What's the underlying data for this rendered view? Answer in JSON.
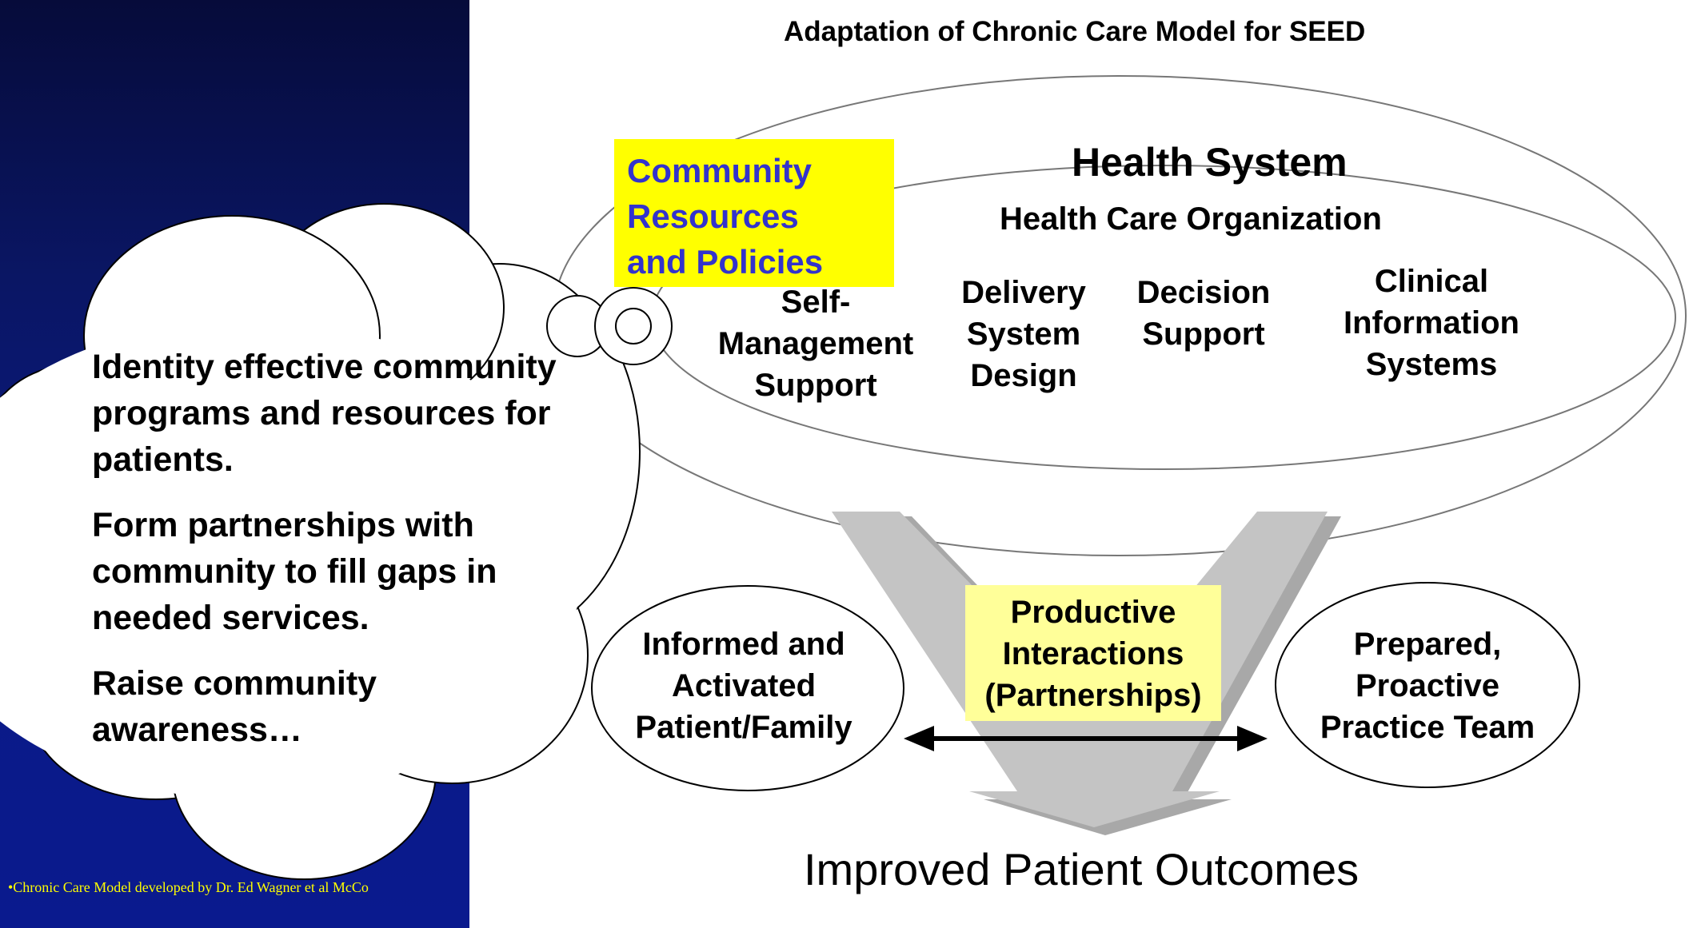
{
  "title": "Adaptation of Chronic Care Model for SEED",
  "community_box": {
    "line1": "Community",
    "line2": "Resources",
    "line3": "and Policies"
  },
  "health_system": {
    "title": "Health System",
    "organization": "Health Care Organization"
  },
  "components": {
    "self_management": [
      "Self-",
      "Management",
      "Support"
    ],
    "delivery_system": [
      "Delivery",
      "System",
      "Design"
    ],
    "decision_support": [
      "Decision",
      "Support"
    ],
    "clinical_info": [
      "Clinical",
      "Information",
      "Systems"
    ]
  },
  "patient": [
    "Informed and",
    "Activated",
    "Patient/Family"
  ],
  "interactions": [
    "Productive",
    "Interactions",
    "(Partnerships)"
  ],
  "practice_team": [
    "Prepared,",
    "Proactive",
    "Practice Team"
  ],
  "outcomes": "Improved Patient Outcomes",
  "bubble": {
    "items": [
      "Identity effective community programs and resources for patients.",
      "Form partnerships with community to fill gaps in needed services.",
      "Raise community awareness…"
    ]
  },
  "footnote": "•Chronic Care Model developed by Dr. Ed Wagner et al McCo",
  "colors": {
    "background_top": "#060b3a",
    "background_bottom": "#0a1a8e",
    "highlight_yellow": "#ffff00",
    "highlight_pale": "#ffff99",
    "community_text": "#3333cc",
    "footnote": "#ffff00"
  }
}
